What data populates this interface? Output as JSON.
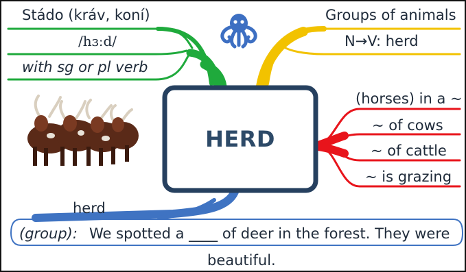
{
  "colors": {
    "green": "#1faa3c",
    "yellow": "#f2c200",
    "red": "#e8141b",
    "blue": "#3f73c2",
    "center_border": "#26405f",
    "octopus": "#3d6fc2"
  },
  "center": {
    "label": "HERD"
  },
  "translation_branch": {
    "color_name": "green",
    "items": [
      "Stádo (kráv, koní)",
      "/hɜːd/",
      "with sg or pl verb"
    ]
  },
  "category_branch": {
    "color_name": "yellow",
    "items": [
      "Groups of animals",
      "N→V: herd"
    ]
  },
  "collocations_branch": {
    "color_name": "red",
    "items": [
      "(horses) in a ~",
      "~ of cows",
      "~ of cattle",
      "~ is grazing"
    ]
  },
  "example_branch": {
    "color_name": "blue",
    "heading": "herd",
    "tag": "(group):",
    "sentence": "We spotted a ____ of deer in the forest. They were",
    "sentence_end": "beautiful."
  },
  "icons": {
    "logo": "octopus-icon",
    "illustration": "cattle-herd-image"
  }
}
